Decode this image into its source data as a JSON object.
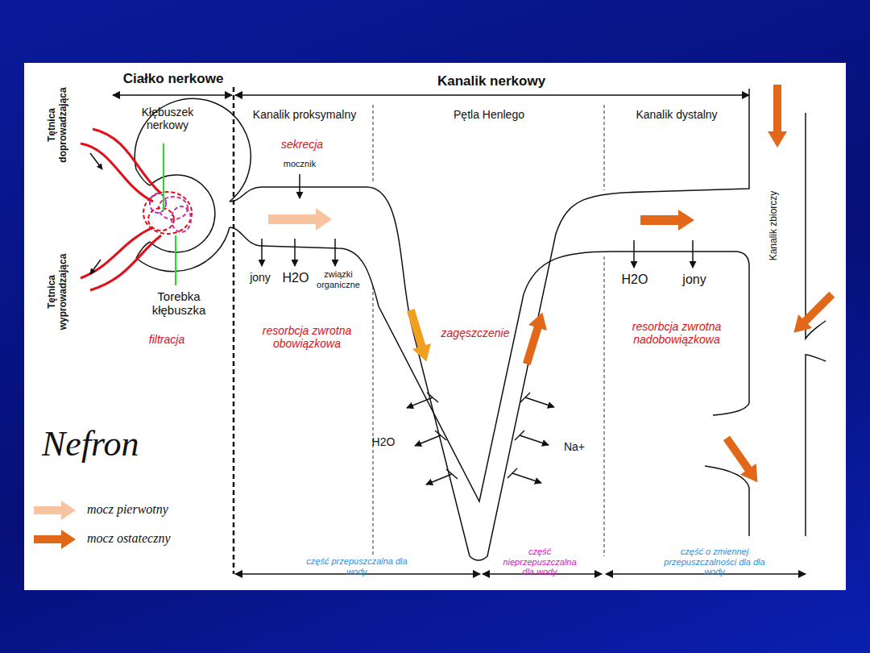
{
  "diagram": {
    "title": "Nefron",
    "labels": [
      "Ciałko nerkowe",
      "Kanalik nerkowy",
      "Tętnica doprowadzająca",
      "Kłębuszek nerkowy",
      "Kanalik proksymalny",
      "Pętla Henlego",
      "Kanalik dystalny",
      "sekrecja",
      "mocznik",
      "Kanalik zbiorczy",
      "jony",
      "H2O",
      "związki organiczne",
      "H2O",
      "jony",
      "Tętnica wyprowadzająca",
      "Torebka kłębuszka",
      "filtracja",
      "resorbcja zwrotna obowiązkowa",
      "zagęszczenie",
      "resorbcja zwrotna nadobowiązkowa",
      "H2O",
      "Na+",
      "część przepuszczalna dla wody",
      "część nieprzepuszczalna dla wody",
      "część o zmiennej przepuszczalności dla dla wody"
    ],
    "legend": [
      {
        "text": "mocz pierwotny",
        "color": "#f8c4a0"
      },
      {
        "text": "mocz ostateczny",
        "color": "#e06818"
      }
    ]
  }
}
